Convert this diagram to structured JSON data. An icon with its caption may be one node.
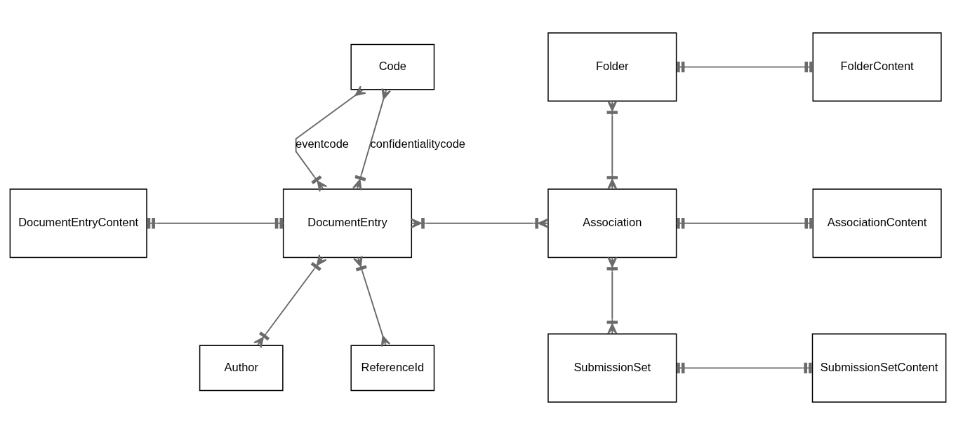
{
  "diagram": {
    "nodes": [
      {
        "text": [
          "DocumentEntryContent"
        ]
      },
      {
        "text": [
          "DocumentEntry"
        ]
      },
      {
        "text": [
          "Code"
        ]
      },
      {
        "text": [
          "Author"
        ]
      },
      {
        "text": [
          "ReferenceId"
        ]
      },
      {
        "text": [
          "Folder"
        ]
      },
      {
        "text": [
          "FolderContent"
        ]
      },
      {
        "text": [
          "Association"
        ]
      },
      {
        "text": [
          "AssociationContent"
        ]
      },
      {
        "text": [
          "SubmissionSet"
        ]
      },
      {
        "text": [
          "SubmissionSetContent"
        ]
      }
    ],
    "edges": [
      {
        "from": 0,
        "to": 1,
        "arrow": "other"
      },
      {
        "from": 2,
        "to": 1,
        "arrow": "other",
        "label": "eventcode"
      },
      {
        "from": 2,
        "to": 1,
        "arrow": "other",
        "label": "confidentialitycode"
      },
      {
        "from": 1,
        "to": 3,
        "arrow": "other"
      },
      {
        "from": 1,
        "to": 4,
        "arrow": "other"
      },
      {
        "from": 1,
        "to": 7,
        "arrow": "other"
      },
      {
        "from": 5,
        "to": 6,
        "arrow": "other"
      },
      {
        "from": 5,
        "to": 7,
        "arrow": "other"
      },
      {
        "from": 7,
        "to": 8,
        "arrow": "other"
      },
      {
        "from": 7,
        "to": 9,
        "arrow": "other"
      },
      {
        "from": 9,
        "to": 10,
        "arrow": "other"
      }
    ]
  }
}
